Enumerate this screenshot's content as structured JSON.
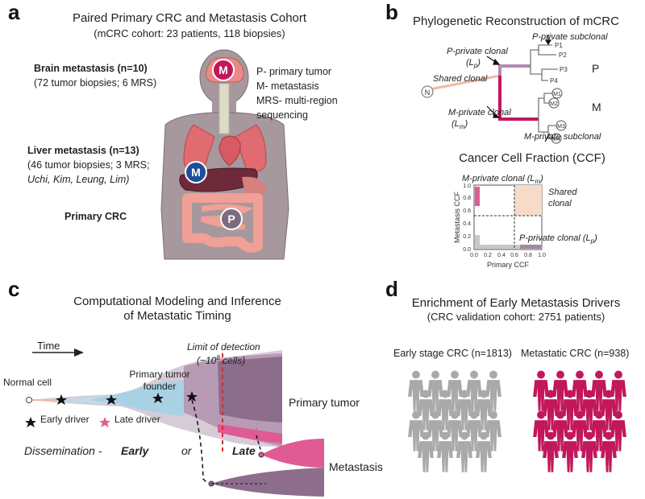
{
  "panel_a": {
    "letter": "a",
    "title": "Paired Primary CRC and Metastasis Cohort",
    "subtitle": "(mCRC cohort: 23 patients, 118 biopsies)",
    "brain_head": "Brain metastasis (n=10)",
    "brain_detail": "(72 tumor biopsies; 6 MRS)",
    "liver_head": "Liver metastasis (n=13)",
    "liver_detail": "(46 tumor biopsies; 3 MRS;",
    "liver_authors": "Uchi, Kim, Leung, Lim)",
    "primary_label": "Primary CRC",
    "legend_p": "P- primary tumor",
    "legend_m": "M- metastasis",
    "legend_mrs1": "MRS- multi-region",
    "legend_mrs2": "sequencing",
    "badge_m": "M",
    "badge_p": "P"
  },
  "panel_b": {
    "letter": "b",
    "title": "Phylogenetic Reconstruction of mCRC",
    "p_private_clonal": "P-private clonal",
    "lp": "(L",
    "lp_sub": "p",
    "p_private_subclonal": "P-private subclonal",
    "shared_clonal": "Shared clonal",
    "m_private_clonal": "M-private clonal",
    "lm": "(L",
    "lm_sub": "m",
    "m_private_subclonal": "M-private subclonal",
    "node_n": "N",
    "leaves_p": [
      "P1",
      "P2",
      "P3",
      "P4"
    ],
    "leaves_m": [
      "M1",
      "M2",
      "M3",
      "M4"
    ],
    "group_p": "P",
    "group_m": "M",
    "ccf_title": "Cancer Cell Fraction (CCF)",
    "ccf_m_label": "M-private clonal (L",
    "ccf_m_sub": "m",
    "ccf_shared": "Shared",
    "ccf_shared2": "clonal",
    "ccf_p_label": "P-private clonal (L",
    "ccf_p_sub": "p",
    "ccf_xlabel": "Primary CCF",
    "ccf_ylabel": "Metastasis CCF",
    "ccf_ticks": [
      "0.0",
      "0.2",
      "0.4",
      "0.6",
      "0.8",
      "1.0"
    ]
  },
  "panel_c": {
    "letter": "c",
    "title1": "Computational Modeling and Inference",
    "title2": "of Metastatic Timing",
    "time_label": "Time",
    "limit1": "Limit of detection",
    "limit2": "(~10",
    "limit_sup": "8",
    "limit3": " cells)",
    "normal_cell": "Normal cell",
    "founder1": "Primary tumor",
    "founder2": "founder",
    "primary_tumor": "Primary tumor",
    "early_driver": "Early driver",
    "late_driver": "Late driver",
    "dissemination": "Dissemination  -",
    "early": "Early",
    "or": "or",
    "late": "Late",
    "metastasis": "Metastasis"
  },
  "panel_d": {
    "letter": "d",
    "title": "Enrichment of Early Metastasis Drivers",
    "subtitle": "(CRC validation cohort: 2751 patients)",
    "early_stage": "Early stage CRC (n=1813)",
    "metastatic": "Metastatic CRC (n=938)"
  },
  "colors": {
    "magenta": "#c2185b",
    "pink": "#e05a93",
    "purple": "#8c6d8c",
    "body": "#a6989c",
    "gray_people": "#a9a9a9",
    "peach": "#f6dcc8",
    "liver": "#6e2a3a",
    "blue_badge": "#1f4e9a"
  }
}
